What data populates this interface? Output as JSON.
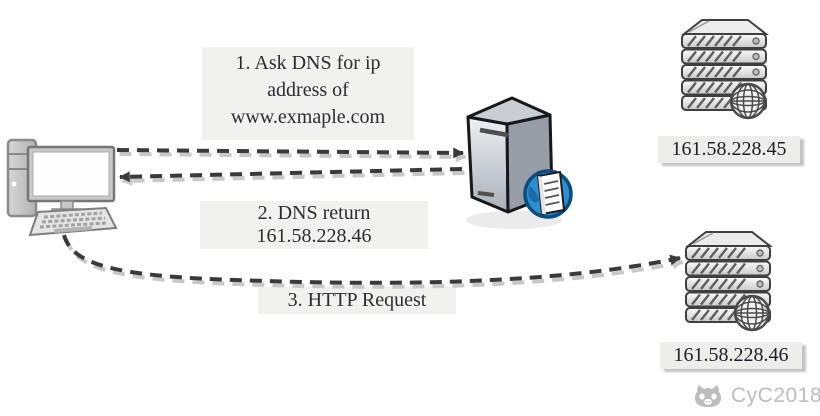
{
  "diagram": {
    "description": "DNS lookup and HTTP request flow"
  },
  "steps": {
    "step1": {
      "line1": "1. Ask DNS for ip",
      "line2": "address of",
      "line3": "www.exmaple.com"
    },
    "step2": {
      "line1": "2. DNS return",
      "line2": "161.58.228.46"
    },
    "step3": {
      "line1": "3. HTTP Request"
    }
  },
  "servers": {
    "top": {
      "ip": "161.58.228.45"
    },
    "bottom": {
      "ip": "161.58.228.46"
    }
  },
  "watermark": {
    "text": "CyC2018"
  },
  "colors": {
    "message_box_bg": "#f1f1ef",
    "ip_label_bg": "#ededeb",
    "text": "#2c2c34",
    "arrow": "#3a3a3a",
    "arrow_shadow": "#c8c8c8",
    "badge_blue": "#2b8fd0",
    "badge_blue_dark": "#0e4c7e",
    "watermark_gray": "#bdbdbd"
  }
}
